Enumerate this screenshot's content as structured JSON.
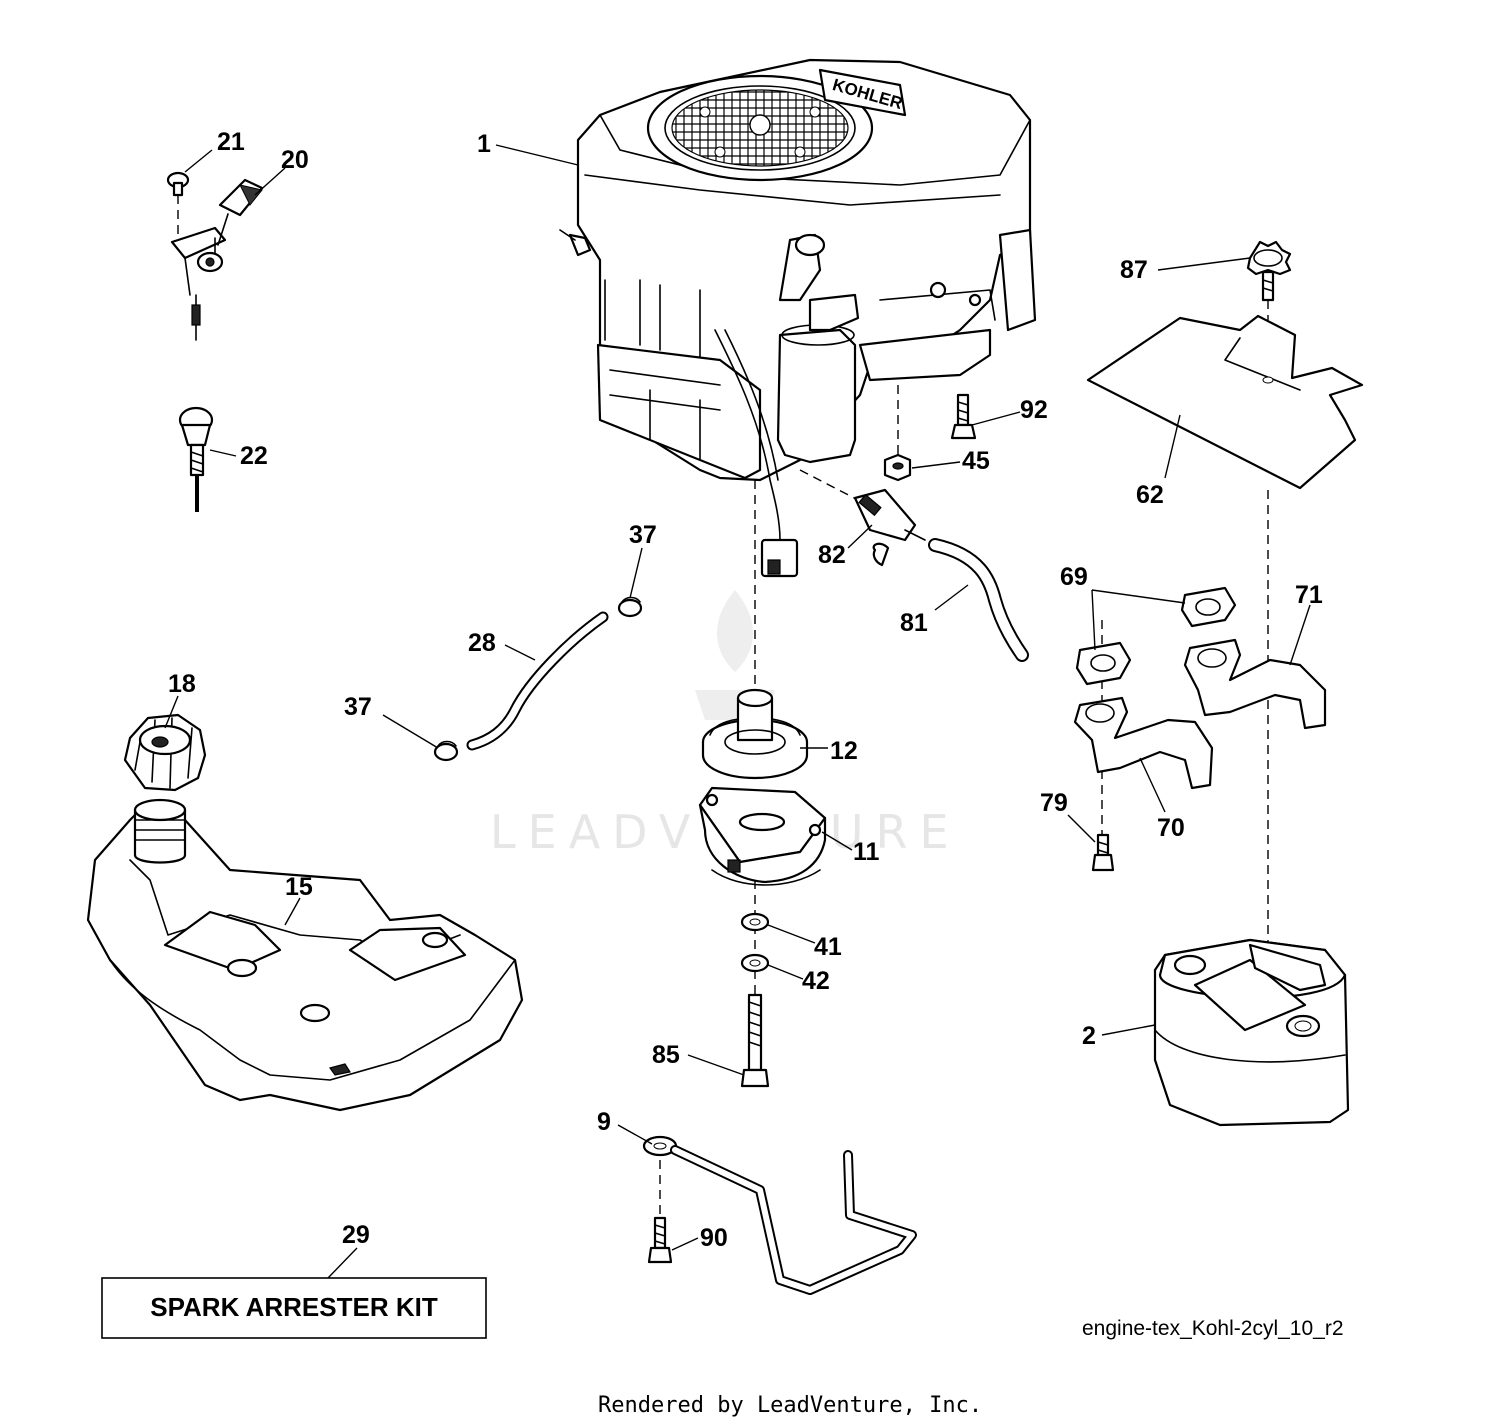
{
  "engine_brand": "KOHLER",
  "watermark": "LEADVENTURE",
  "kit_label": "SPARK ARRESTER KIT",
  "drawing_code": "engine-tex_Kohl-2cyl_10_r2",
  "footer": "Rendered by LeadVenture, Inc.",
  "callouts": [
    {
      "id": "1",
      "label": "1"
    },
    {
      "id": "2",
      "label": "2"
    },
    {
      "id": "9",
      "label": "9"
    },
    {
      "id": "11",
      "label": "11"
    },
    {
      "id": "12",
      "label": "12"
    },
    {
      "id": "15",
      "label": "15"
    },
    {
      "id": "18",
      "label": "18"
    },
    {
      "id": "20",
      "label": "20"
    },
    {
      "id": "21",
      "label": "21"
    },
    {
      "id": "22",
      "label": "22"
    },
    {
      "id": "28",
      "label": "28"
    },
    {
      "id": "29",
      "label": "29"
    },
    {
      "id": "37a",
      "label": "37"
    },
    {
      "id": "37b",
      "label": "37"
    },
    {
      "id": "41",
      "label": "41"
    },
    {
      "id": "42",
      "label": "42"
    },
    {
      "id": "45",
      "label": "45"
    },
    {
      "id": "62",
      "label": "62"
    },
    {
      "id": "69",
      "label": "69"
    },
    {
      "id": "70",
      "label": "70"
    },
    {
      "id": "71",
      "label": "71"
    },
    {
      "id": "79",
      "label": "79"
    },
    {
      "id": "81",
      "label": "81"
    },
    {
      "id": "82",
      "label": "82"
    },
    {
      "id": "85",
      "label": "85"
    },
    {
      "id": "87",
      "label": "87"
    },
    {
      "id": "90",
      "label": "90"
    },
    {
      "id": "92",
      "label": "92"
    }
  ]
}
